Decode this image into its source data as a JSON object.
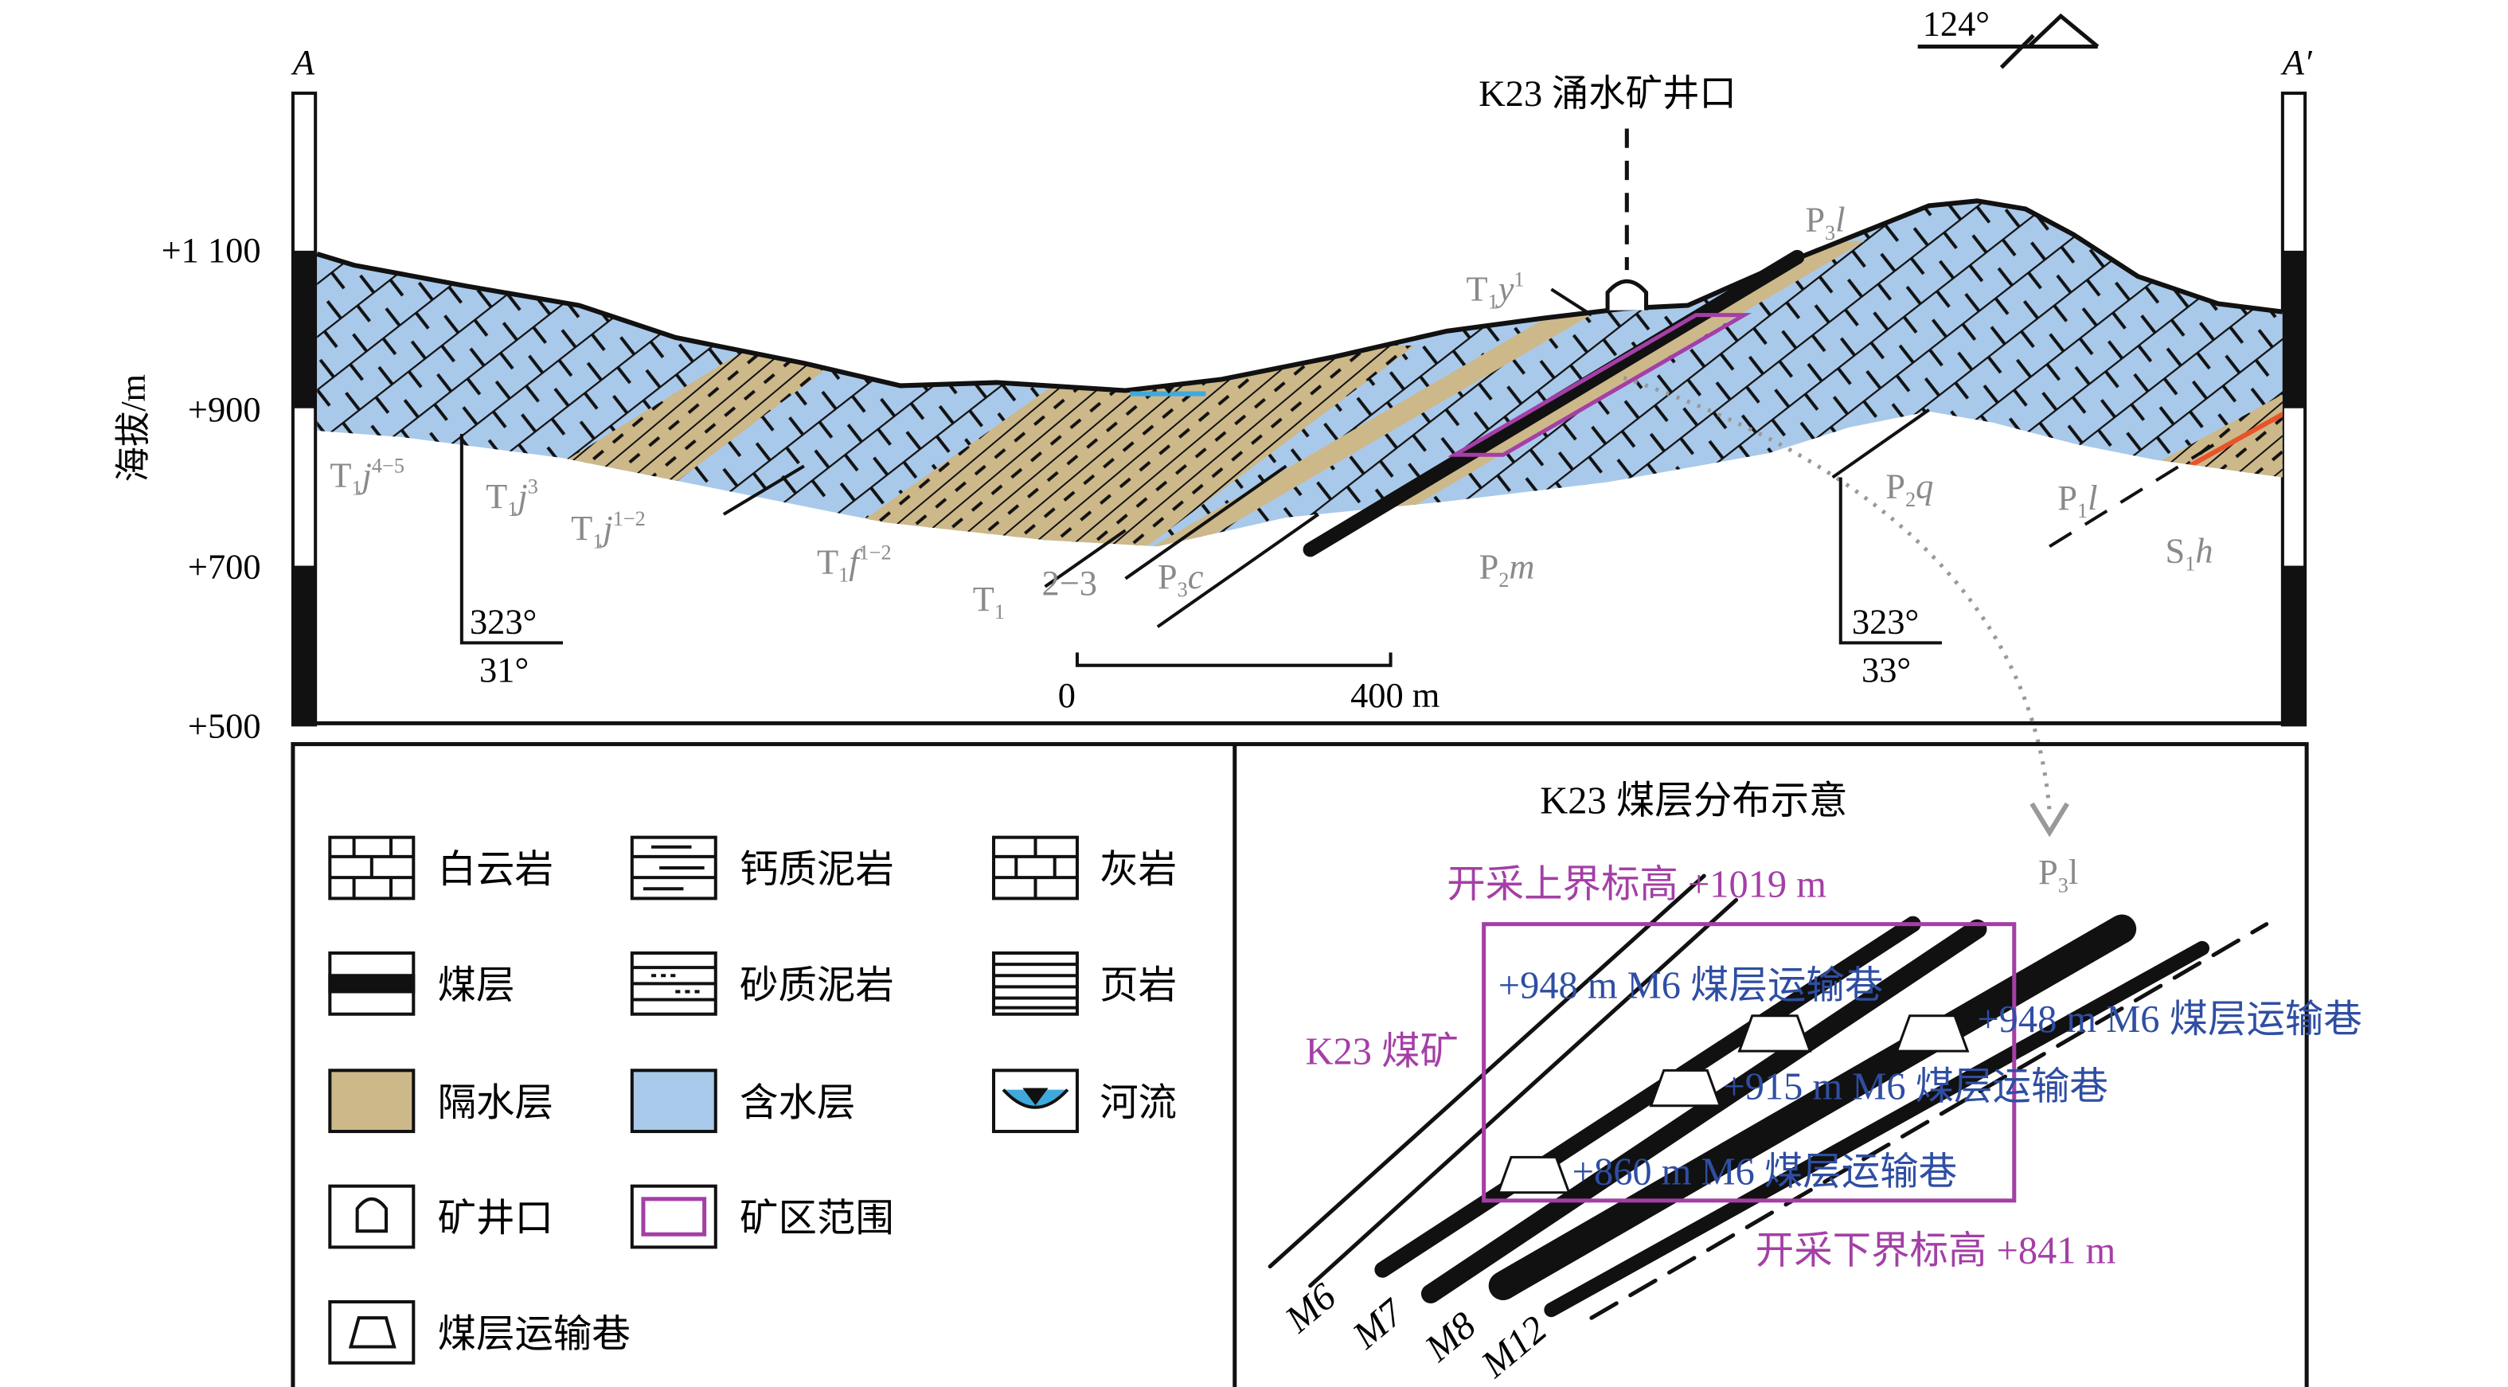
{
  "section": {
    "label_left": "A",
    "label_right": "A′",
    "strike_label": "124°",
    "ylabel": "海拔/m",
    "yticks": [
      "+1 100",
      "+900",
      "+700",
      "+500"
    ],
    "mine_label": "K23 涌水矿井口",
    "scale": {
      "start": "0",
      "end": "400 m"
    },
    "dip_left": {
      "azimuth": "323°",
      "dip": "31°"
    },
    "dip_right": {
      "azimuth": "323°",
      "dip": "33°"
    },
    "formations": [
      {
        "base": "T",
        "sub": "1",
        "it": "j",
        "sup": "4−5"
      },
      {
        "base": "T",
        "sub": "1",
        "it": "j",
        "sup": "3"
      },
      {
        "base": "T",
        "sub": "1",
        "it": "j",
        "sup": "1−2"
      },
      {
        "base": "T",
        "sub": "1",
        "it": "f",
        "sup": "1−2"
      },
      {
        "base": "T",
        "sub": "1",
        "it": "",
        "sup": ""
      },
      {
        "base": "2−3",
        "sub": "",
        "it": "",
        "sup": ""
      },
      {
        "base": "P",
        "sub": "3",
        "it": "c",
        "sup": ""
      },
      {
        "base": "P",
        "sub": "2",
        "it": "m",
        "sup": ""
      },
      {
        "base": "T",
        "sub": "1",
        "it": "y",
        "sup": "1"
      },
      {
        "base": "P",
        "sub": "3",
        "it": "l",
        "sup": ""
      },
      {
        "base": "P",
        "sub": "2",
        "it": "q",
        "sup": ""
      },
      {
        "base": "P",
        "sub": "1",
        "it": "l",
        "sup": ""
      },
      {
        "base": "S",
        "sub": "1",
        "it": "h",
        "sup": ""
      }
    ]
  },
  "legend": {
    "items": [
      {
        "icon": "dolomite-icon",
        "label": "白云岩"
      },
      {
        "icon": "calcareous-mudstone-icon",
        "label": "钙质泥岩"
      },
      {
        "icon": "limestone-icon",
        "label": "灰岩"
      },
      {
        "icon": "coal-seam-icon",
        "label": "煤层"
      },
      {
        "icon": "sandy-mudstone-icon",
        "label": "砂质泥岩"
      },
      {
        "icon": "shale-icon",
        "label": "页岩"
      },
      {
        "icon": "aquiclude-icon",
        "label": "隔水层"
      },
      {
        "icon": "aquifer-icon",
        "label": "含水层"
      },
      {
        "icon": "river-icon",
        "label": "河流"
      },
      {
        "icon": "mine-entrance-icon",
        "label": "矿井口"
      },
      {
        "icon": "mining-area-icon",
        "label": "矿区范围"
      },
      {
        "icon": "roadway-icon",
        "label": "煤层运输巷"
      }
    ]
  },
  "inset": {
    "title": "K23 煤层分布示意",
    "formation": {
      "base": "P",
      "sub": "3",
      "rest": "l"
    },
    "upper_limit": "开采上界标高 +1019 m",
    "lower_limit": "开采下界标高 +841 m",
    "mine": "K23 煤矿",
    "roadways": [
      "+948 m M6 煤层运输巷",
      "+948 m M6 煤层运输巷",
      "+915 m M6 煤层运输巷",
      "+860 m M6 煤层运输巷"
    ],
    "seams": [
      "M6",
      "M7",
      "M8",
      "M12"
    ]
  },
  "colors": {
    "aquifer": "#a9c9ea",
    "aquiclude": "#cdb88a",
    "mining_area": "#a43fa6",
    "roadway_text": "#2f4ea3",
    "river": "#3fa9dc",
    "fault_red": "#e8532a"
  }
}
